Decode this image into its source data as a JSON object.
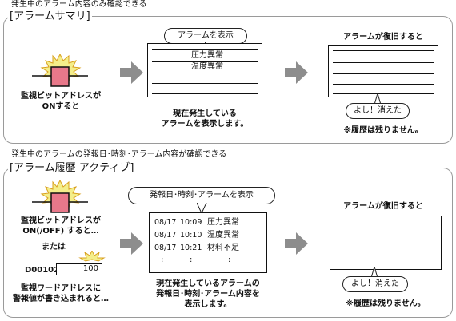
{
  "top": {
    "heading": "発生中のアラーム内容のみ確認できる",
    "title": "[アラームサマリ]",
    "bit_label_line1": "監視ビットアドレスが",
    "bit_label_line2": "ONすると",
    "bubble_show": "アラームを表示",
    "rows": [
      "圧力異常",
      "温度異常"
    ],
    "caption_line1": "現在発生している",
    "caption_line2": "アラームを表示します。",
    "recover_label": "アラームが復旧すると",
    "bubble_cleared": "よし！消えた",
    "note": "※履歴は残りません。"
  },
  "bottom": {
    "heading": "発生中のアラームの発報日･時刻･アラーム内容が確認できる",
    "title": "[アラーム履歴 アクティブ]",
    "bit_label_line1": "監視ビットアドレスが",
    "bit_label_line2": "ON(/OFF) すると…",
    "or_label": "または",
    "word_addr": "D00102:",
    "word_value": "100",
    "word_label_line1": "監視ワードアドレスに",
    "word_label_line2": "警報値が書き込まれると…",
    "bubble_show": "発報日･時刻･アラームを表示",
    "rows": [
      {
        "date": "08/17",
        "time": "10:09",
        "content": "圧力異常"
      },
      {
        "date": "08/17",
        "time": "10:10",
        "content": "温度異常"
      },
      {
        "date": "08/17",
        "time": "10:21",
        "content": "材料不足"
      }
    ],
    "ellipsis": ":",
    "caption_line1": "現在発生しているアラームの",
    "caption_line2": "発報日･時刻･アラーム内容を",
    "caption_line3": "表示します。",
    "recover_label": "アラームが復旧すると",
    "bubble_cleared": "よし！消えた",
    "note": "※履歴は残りません。"
  },
  "colors": {
    "lamp": "#e8788a",
    "burst": "#f4ee8a",
    "arrow": "#8d8d8d",
    "frame": "#9a9a9a"
  }
}
